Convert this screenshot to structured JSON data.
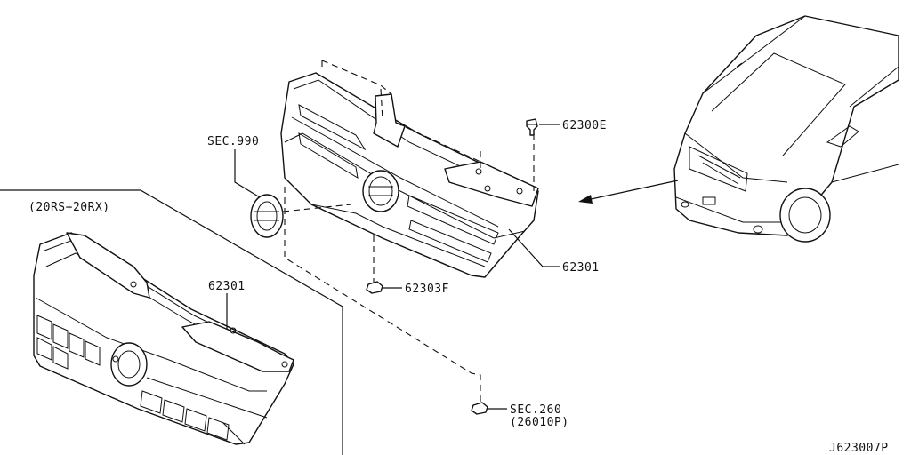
{
  "labels": {
    "sec990": "SEC.990",
    "p62300e": "62300E",
    "p62301_main": "62301",
    "p62303f": "62303F",
    "sec260": "SEC.260",
    "sec260_sub": "(26010P)",
    "variant": "(20RS+20RX)",
    "p62301_variant": "62301",
    "diagram_id": "J623007P"
  }
}
